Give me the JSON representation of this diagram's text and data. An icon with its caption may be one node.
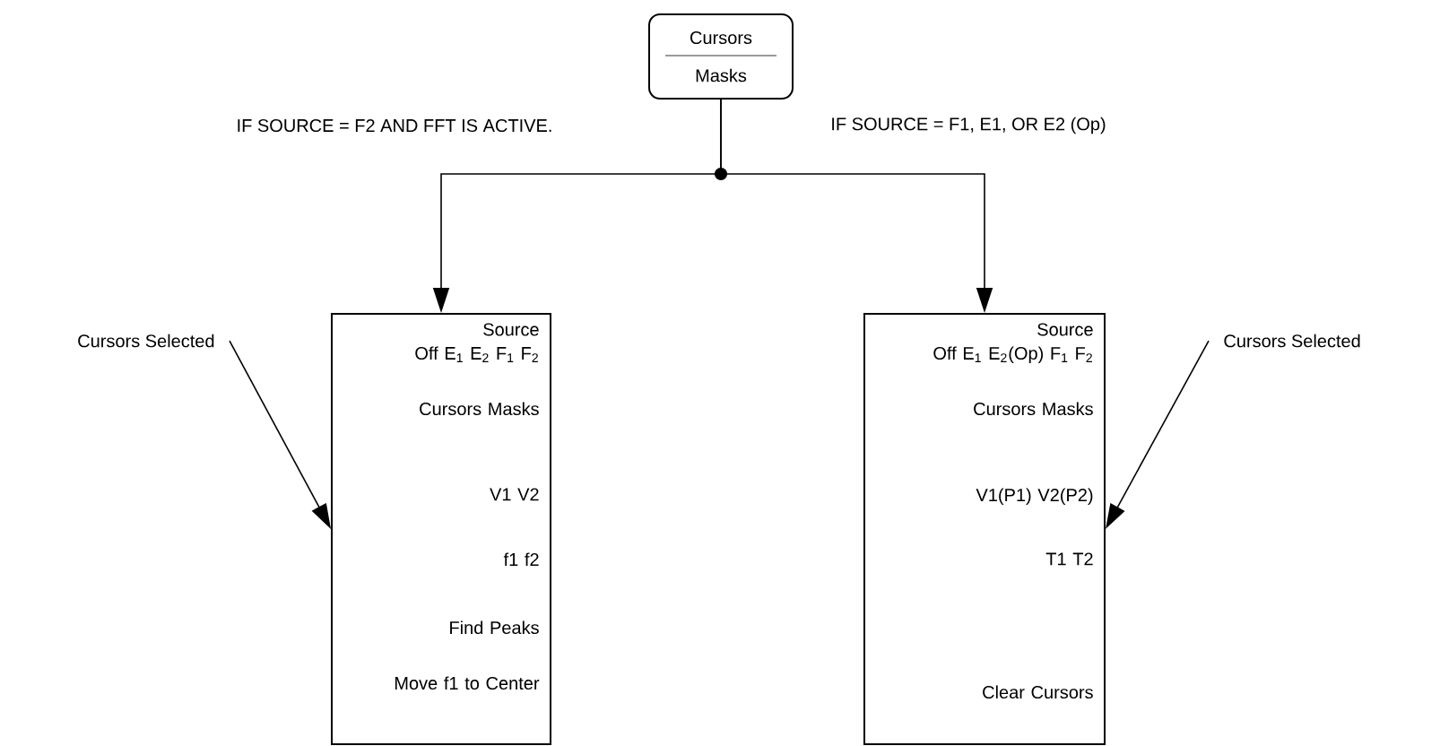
{
  "diagram": {
    "nodes": [
      {
        "text": [
          "Cursors",
          "Masks"
        ]
      },
      {
        "text": [
          "Source",
          "Off E$_{1}$ E$_{2}$ F$_{1}$ F$_{2}$",
          "Cursors Masks",
          "V1 V2",
          "f1 f2",
          "Find Peaks",
          "Move f1 to Center"
        ]
      },
      {
        "text": [
          "Source",
          "Off E$_{1}$ E$_{2}$(Op) F$_{1}$ F$_{2}$",
          "Cursors Masks",
          "V1(P1) V2(P2)",
          "T1 T2",
          "Clear Cursors"
        ]
      },
      {
        "text": [
          "Cursors Selected"
        ]
      },
      {
        "text": [
          "Cursors Selected"
        ]
      }
    ],
    "edges": [
      {
        "from": 0,
        "to": 1,
        "arrow": "to"
      },
      {
        "from": 0,
        "to": 2,
        "arrow": "to"
      },
      {
        "from": 3,
        "to": 1,
        "arrow": "to"
      },
      {
        "from": 4,
        "to": 2,
        "arrow": "to"
      }
    ],
    "labels": [
      "IF SOURCE = F2 AND FFT IS ACTIVE.",
      "IF SOURCE = F1, E1, OR E2 (Op)"
    ]
  }
}
